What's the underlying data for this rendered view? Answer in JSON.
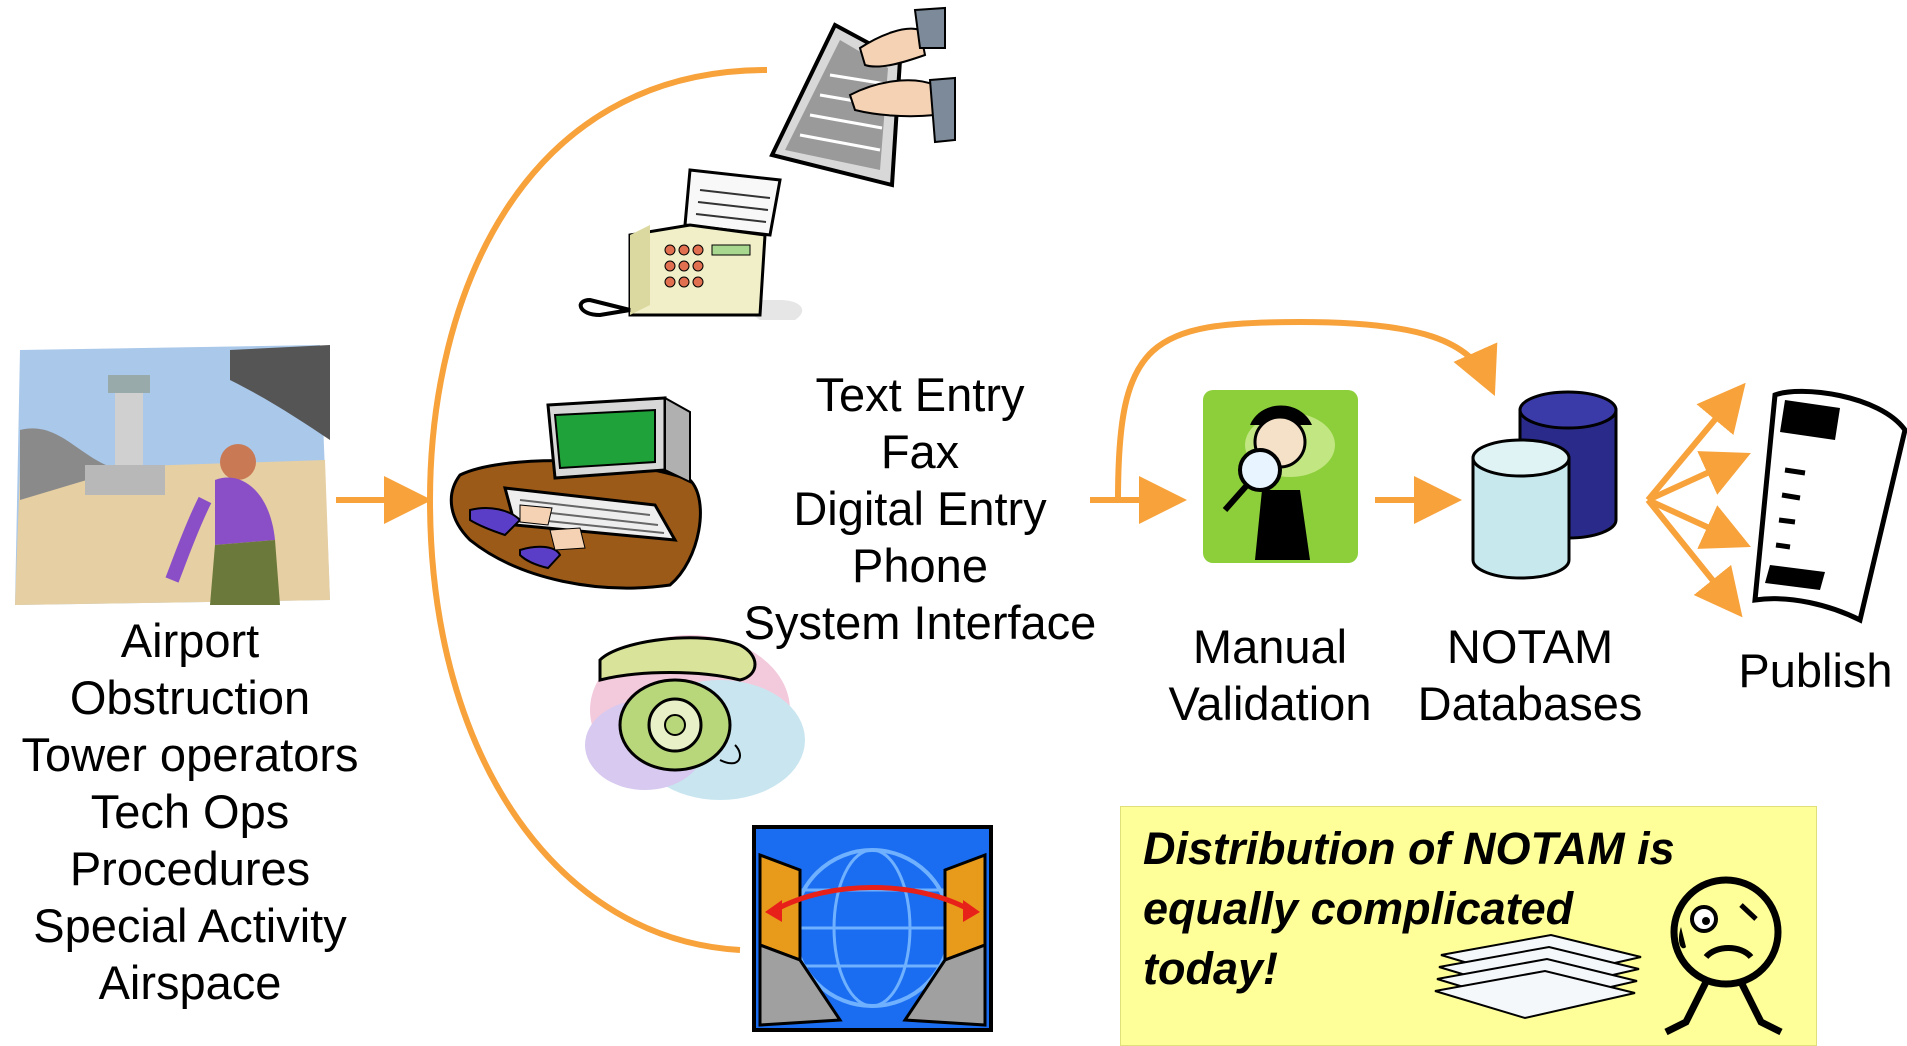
{
  "sources": {
    "items": [
      "Airport",
      "Obstruction",
      "Tower operators",
      "Tech Ops",
      "Procedures",
      "Special Activity",
      "Airspace"
    ]
  },
  "methods": {
    "items": [
      "Text Entry",
      "Fax",
      "Digital Entry",
      "Phone",
      "System Interface"
    ]
  },
  "validation": {
    "line1": "Manual",
    "line2": "Validation"
  },
  "databases": {
    "line1": "NOTAM",
    "line2": "Databases"
  },
  "publish": {
    "label": "Publish"
  },
  "note": {
    "line1": "Distribution of NOTAM is",
    "line2": "equally complicated",
    "line3": "today!"
  },
  "colors": {
    "arrow": "#f7a23b",
    "note_bg": "#ffff99",
    "validation_bg": "#8ccf3a",
    "db_front": "#c7e8ec",
    "db_back": "#2a2a8a"
  }
}
